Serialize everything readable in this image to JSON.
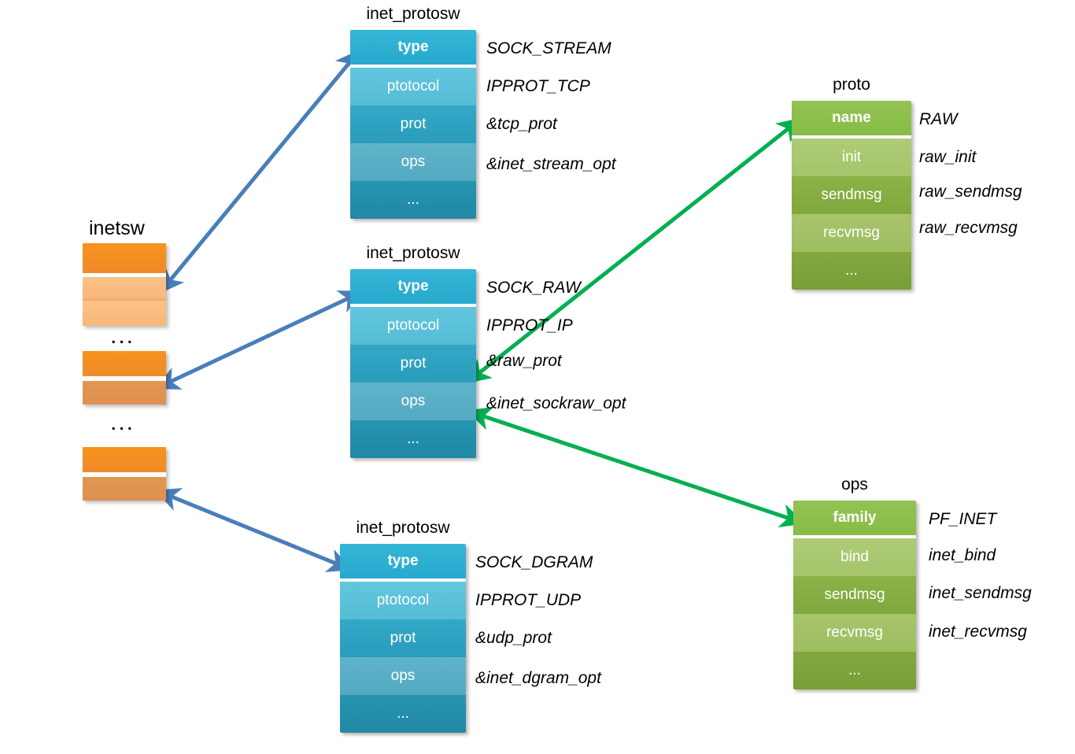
{
  "diagram": {
    "title": "Linux inetsw / inet_protosw / proto / proto_ops relationship",
    "colors": {
      "blue_header": "#2EB0D0",
      "green_header": "#8DC04A",
      "orange_dark": "#F7941E",
      "orange_light": "#FBC289",
      "orange_mid": "#E3974F",
      "blue_arrow": "#4A7EBB",
      "green_arrow": "#00B050"
    }
  },
  "inetsw": {
    "label": "inetsw",
    "ellipsis": "...",
    "entries": [
      {
        "name": "inetsw-entry-0",
        "rows": [
          "dark",
          "sep",
          "light",
          "thin",
          "light"
        ]
      },
      {
        "name": "inetsw-entry-1",
        "rows": [
          "dark",
          "sep",
          "mid"
        ]
      },
      {
        "name": "inetsw-entry-2",
        "rows": [
          "dark",
          "sep",
          "mid"
        ]
      }
    ]
  },
  "structs": [
    {
      "id": "inet-protosw-stream",
      "title": "inet_protosw",
      "palette": "blue",
      "fields": [
        "type",
        "ptotocol",
        "prot",
        "ops",
        "..."
      ],
      "values": [
        "SOCK_STREAM",
        "IPPROT_TCP",
        "&tcp_prot",
        "&inet_stream_opt",
        ""
      ]
    },
    {
      "id": "inet-protosw-raw",
      "title": "inet_protosw",
      "palette": "blue",
      "fields": [
        "type",
        "ptotocol",
        "prot",
        "ops",
        "..."
      ],
      "values": [
        "SOCK_RAW",
        "IPPROT_IP",
        "&raw_prot",
        "&inet_sockraw_opt",
        ""
      ]
    },
    {
      "id": "inet-protosw-dgram",
      "title": "inet_protosw",
      "palette": "blue",
      "fields": [
        "type",
        "ptotocol",
        "prot",
        "ops",
        "..."
      ],
      "values": [
        "SOCK_DGRAM",
        "IPPROT_UDP",
        "&udp_prot",
        "&inet_dgram_opt",
        ""
      ]
    },
    {
      "id": "proto-raw",
      "title": "proto",
      "palette": "green",
      "fields": [
        "name",
        "init",
        "sendmsg",
        "recvmsg",
        "..."
      ],
      "values": [
        "RAW",
        "raw_init",
        "raw_sendmsg",
        "raw_recvmsg",
        ""
      ]
    },
    {
      "id": "ops-inet",
      "title": "ops",
      "palette": "green",
      "fields": [
        "family",
        "bind",
        "sendmsg",
        "recvmsg",
        "..."
      ],
      "values": [
        "PF_INET",
        "inet_bind",
        "inet_sendmsg",
        "inet_recvmsg",
        ""
      ]
    }
  ],
  "arrows": [
    {
      "name": "arrow-inetsw0-to-stream",
      "color": "#4A7EBB",
      "double": true
    },
    {
      "name": "arrow-inetsw1-to-raw",
      "color": "#4A7EBB",
      "double": true
    },
    {
      "name": "arrow-inetsw2-to-dgram",
      "color": "#4A7EBB",
      "double": true
    },
    {
      "name": "arrow-raw-prot-to-proto",
      "color": "#00B050",
      "double": true
    },
    {
      "name": "arrow-raw-ops-to-ops",
      "color": "#00B050",
      "double": true
    }
  ]
}
